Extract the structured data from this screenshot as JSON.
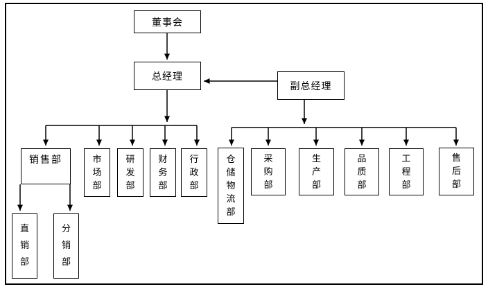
{
  "colors": {
    "background": "#ffffff",
    "line": "#000000",
    "box_fill": "#ffffff",
    "text": "#000000"
  },
  "org_chart": {
    "type": "organization-diagram",
    "nodes": {
      "board": "董事会",
      "gm": "总经理",
      "dgm": "副总经理",
      "sales": "销售部",
      "market": "市场部",
      "rd": "研发部",
      "finance": "财务部",
      "admin": "行政部",
      "warehouse": "仓储物流部",
      "purchase": "采购部",
      "production": "生产部",
      "quality": "品质部",
      "engineering": "工程部",
      "aftersales": "售后部",
      "direct": "直销部",
      "distribution": "分销部"
    }
  }
}
